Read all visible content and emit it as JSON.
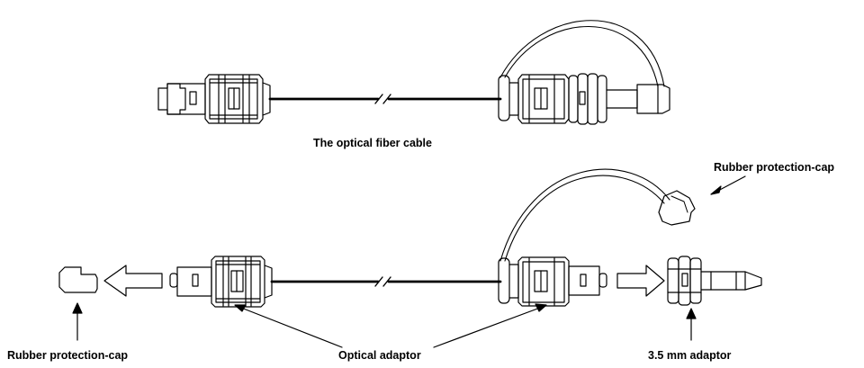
{
  "labels": {
    "cable_title": "The optical fiber cable",
    "rubber_cap_top": "Rubber protection-cap",
    "rubber_cap_left": "Rubber protection-cap",
    "optical_adaptor": "Optical adaptor",
    "mini_adaptor": "3.5 mm adaptor"
  },
  "colors": {
    "ink": "#000000",
    "paper": "#ffffff"
  }
}
